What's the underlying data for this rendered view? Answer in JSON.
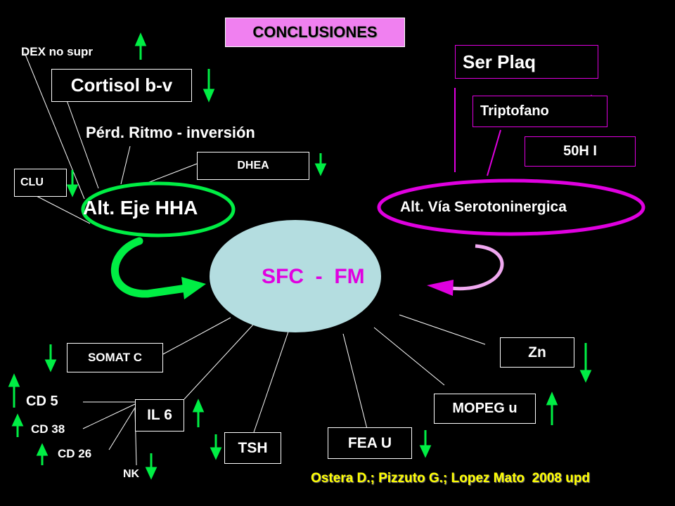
{
  "title": "CONCLUSIONES",
  "center": "SFC  -  FM",
  "hha": {
    "label": "Alt. Eje HHA",
    "dex": "DEX  no supr",
    "cortisol": "Cortisol b-v",
    "ritmo": "Pérd. Ritmo - inversión",
    "dhea": "DHEA",
    "clu": "CLU"
  },
  "sero": {
    "label": "Alt. Vía Serotoninergica",
    "serplaq": "Ser Plaq",
    "triptofano": "Triptofano",
    "h50": "50H I"
  },
  "bottom": {
    "somat": "SOMAT C",
    "cd5": "CD 5",
    "cd38": "CD 38",
    "cd26": "CD 26",
    "nk": "NK",
    "il6": "IL 6",
    "tsh": "TSH",
    "fea": "FEA U",
    "mopeg": "MOPEG u",
    "zn": "Zn"
  },
  "citation": "Ostera D.; Pizzuto G.; Lopez Mato  2008 upd",
  "colors": {
    "background": "#000000",
    "arrow_green": "#00ee44",
    "magenta": "#e000e0",
    "center_fill": "#b4dde0",
    "title_bg": "#f080f0",
    "citation": "#ffff00"
  }
}
